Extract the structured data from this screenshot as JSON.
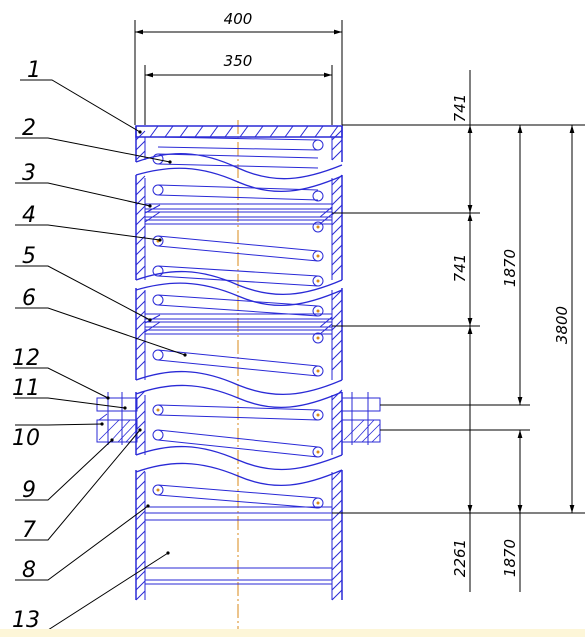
{
  "dimensions": {
    "outer_width": "400",
    "inner_width": "350",
    "height_top": "741",
    "height_mid": "741",
    "height_1870_top": "1870",
    "height_total": "3800",
    "height_bottom": "2261",
    "height_1870_bottom": "1870"
  },
  "callouts": [
    "1",
    "2",
    "3",
    "4",
    "5",
    "6",
    "12",
    "11",
    "10",
    "9",
    "7",
    "8",
    "13"
  ],
  "colors": {
    "part": "#2a2ad6",
    "annotation": "#000000",
    "centerline": "#d98a1a"
  }
}
